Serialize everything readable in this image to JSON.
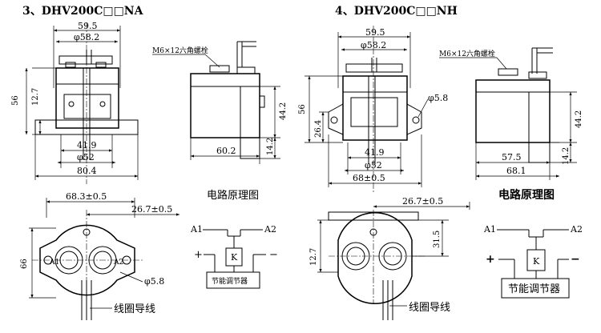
{
  "left": {
    "title": "3、DHV200C□□NA",
    "front": {
      "d_width": "59.5",
      "d_phi": "φ58.2",
      "d_h56": "56",
      "d_h127": "12.7",
      "d_419": "41.9",
      "d_phi52": "φ52",
      "d_804": "80.4"
    },
    "side": {
      "bolt_label": "M6×12六角螺栓",
      "d_442": "44.2",
      "d_142": "14.2",
      "d_602": "60.2"
    },
    "bottom": {
      "d_683": "68.3±0.5",
      "d_267": "26.7±0.5",
      "d_66": "66",
      "d_phi58": "φ5.8",
      "coil_label": "线圈导线",
      "a1": "A1",
      "a2": "A2"
    },
    "circuit": {
      "title": "电路原理图",
      "a1": "A1",
      "a2": "A2",
      "plus": "+",
      "minus": "−",
      "coil": "K",
      "regulator": "节能调节器"
    }
  },
  "right": {
    "title": "4、DHV200C□□NH",
    "front": {
      "d_width": "59.5",
      "d_phi": "φ58.2",
      "d_h56": "56",
      "d_264": "26.4",
      "d_phi58": "φ5.8",
      "d_419": "41.9",
      "d_phi52": "φ52",
      "d_68": "68±0.5"
    },
    "side": {
      "bolt_label": "M6×12六角螺栓",
      "d_442": "44.2",
      "d_142": "14.2",
      "d_575": "57.5",
      "d_681": "68.1"
    },
    "bottom": {
      "d_267": "26.7±0.5",
      "d_315": "31.5",
      "d_127": "12.7",
      "coil_label": "线圈导线"
    },
    "circuit": {
      "title": "电路原理图",
      "a1": "A1",
      "a2": "A2",
      "plus": "+",
      "minus": "−",
      "coil": "K",
      "regulator": "节能调节器"
    }
  }
}
